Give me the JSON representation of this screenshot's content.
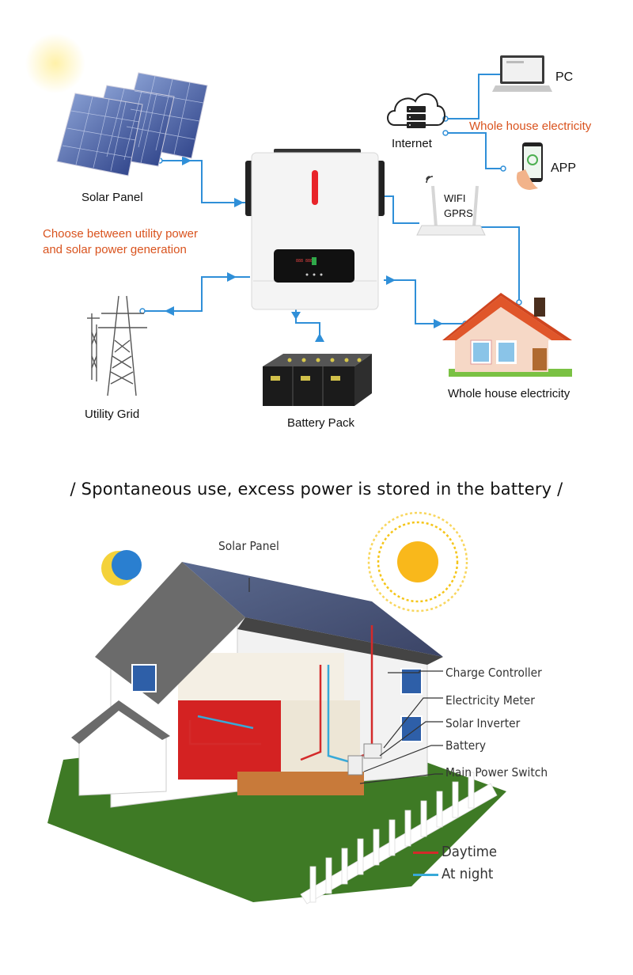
{
  "top_diagram": {
    "labels": {
      "pc": "PC",
      "internet": "Internet",
      "whole_house_electricity_top": "Whole house electricity",
      "app": "APP",
      "wifi": "WIFI",
      "gprs": "GPRS",
      "solar_panel": "Solar Panel",
      "choose_line1": "Choose between utility power",
      "choose_line2": "and solar power generation",
      "utility_grid": "Utility Grid",
      "battery_pack": "Battery Pack",
      "whole_house_electricity_bottom": "Whole house electricity"
    },
    "colors": {
      "connector": "#2f8fd8",
      "highlight_text": "#d9531e",
      "inverter_indicator": "#e8242a"
    }
  },
  "caption": "/ Spontaneous use, excess power is stored in the battery /",
  "house_diagram": {
    "labels": {
      "solar_panel": "Solar Panel",
      "charge_controller": "Charge Controller",
      "electricity_meter": "Electricity Meter",
      "solar_inverter": "Solar Inverter",
      "battery": "Battery",
      "main_power_switch": "Main Power Switch"
    },
    "legend": [
      {
        "label": "Daytime",
        "color": "#d42a2a"
      },
      {
        "label": "At night",
        "color": "#38a9d8"
      }
    ]
  }
}
